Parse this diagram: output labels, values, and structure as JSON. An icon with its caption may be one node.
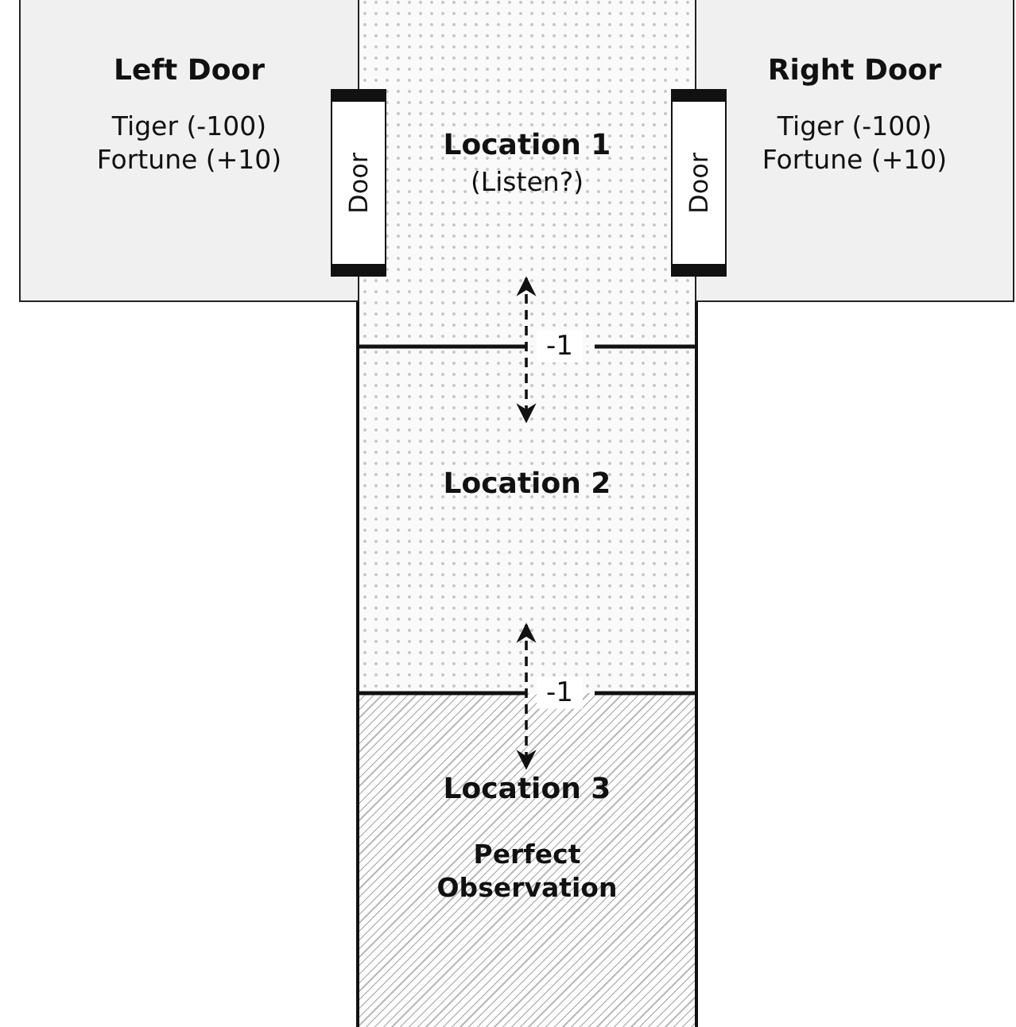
{
  "diagram": {
    "nodes": [
      {
        "text": [
          "Left Door",
          "Tiger (-100) Fortune (+10)"
        ]
      },
      {
        "text": [
          "Location 1",
          "(Listen?)"
        ]
      },
      {
        "text": [
          "Door"
        ]
      },
      {
        "text": [
          "Door"
        ]
      },
      {
        "text": [
          "Right Door",
          "Tiger (-100) Fortune (+10)"
        ]
      },
      {
        "text": [
          "Location 2"
        ]
      },
      {
        "text": [
          "Location 3",
          "Perfect Observation"
        ]
      }
    ],
    "edges": [
      {
        "from": 1,
        "to": 5,
        "arrow": "both",
        "style": "dashed",
        "label": "-1"
      },
      {
        "from": 5,
        "to": 6,
        "arrow": "both",
        "style": "dashed",
        "label": "-1"
      }
    ]
  }
}
